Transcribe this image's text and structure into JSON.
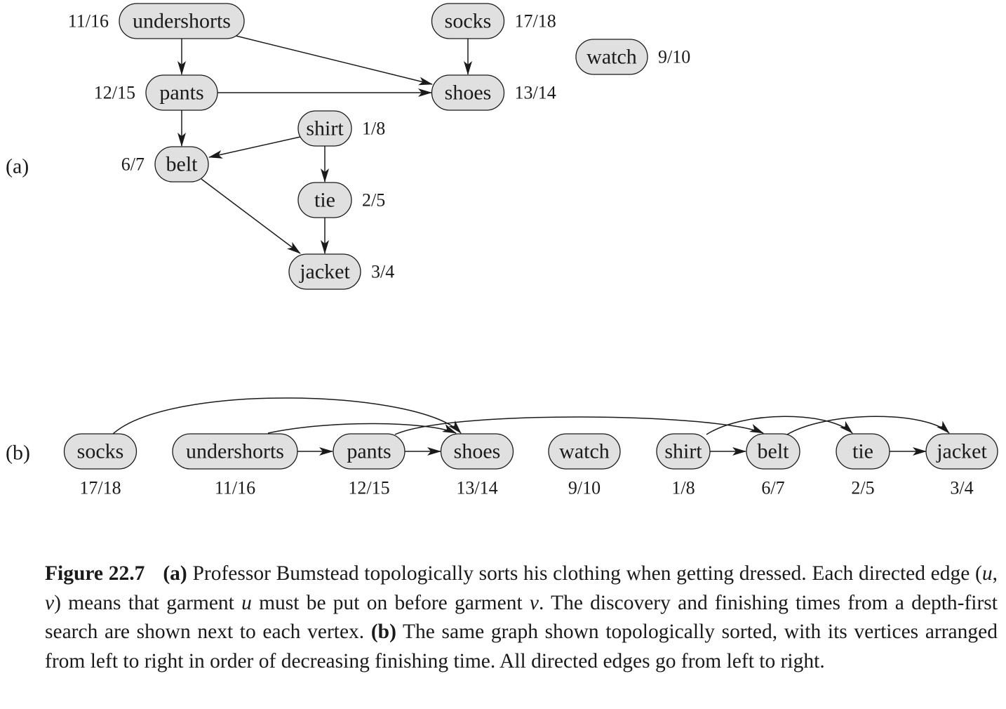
{
  "panel_a": {
    "label": "(a)",
    "nodes": [
      {
        "id": "undershorts",
        "label": "undershorts",
        "times": "11/16"
      },
      {
        "id": "socks",
        "label": "socks",
        "times": "17/18"
      },
      {
        "id": "watch",
        "label": "watch",
        "times": "9/10"
      },
      {
        "id": "pants",
        "label": "pants",
        "times": "12/15"
      },
      {
        "id": "shoes",
        "label": "shoes",
        "times": "13/14"
      },
      {
        "id": "shirt",
        "label": "shirt",
        "times": "1/8"
      },
      {
        "id": "belt",
        "label": "belt",
        "times": "6/7"
      },
      {
        "id": "tie",
        "label": "tie",
        "times": "2/5"
      },
      {
        "id": "jacket",
        "label": "jacket",
        "times": "3/4"
      }
    ],
    "edges": [
      [
        "undershorts",
        "pants"
      ],
      [
        "undershorts",
        "shoes"
      ],
      [
        "socks",
        "shoes"
      ],
      [
        "pants",
        "shoes"
      ],
      [
        "pants",
        "belt"
      ],
      [
        "shirt",
        "belt"
      ],
      [
        "shirt",
        "tie"
      ],
      [
        "tie",
        "jacket"
      ],
      [
        "belt",
        "jacket"
      ]
    ]
  },
  "panel_b": {
    "label": "(b)",
    "order": [
      {
        "id": "socks",
        "label": "socks",
        "times": "17/18"
      },
      {
        "id": "undershorts",
        "label": "undershorts",
        "times": "11/16"
      },
      {
        "id": "pants",
        "label": "pants",
        "times": "12/15"
      },
      {
        "id": "shoes",
        "label": "shoes",
        "times": "13/14"
      },
      {
        "id": "watch",
        "label": "watch",
        "times": "9/10"
      },
      {
        "id": "shirt",
        "label": "shirt",
        "times": "1/8"
      },
      {
        "id": "belt",
        "label": "belt",
        "times": "6/7"
      },
      {
        "id": "tie",
        "label": "tie",
        "times": "2/5"
      },
      {
        "id": "jacket",
        "label": "jacket",
        "times": "3/4"
      }
    ]
  },
  "caption": {
    "figure_number": "Figure 22.7",
    "a_marker": "(a)",
    "text_1": " Professor Bumstead topologically sorts his clothing when getting dressed. Each directed edge (",
    "var_u": "u",
    "comma": ", ",
    "var_v": "v",
    "text_2": ") means that garment ",
    "text_3": " must be put on before garment ",
    "text_4": ". The discovery and finishing times from a depth-first search are shown next to each vertex. ",
    "b_marker": "(b)",
    "text_5": " The same graph shown topologically sorted, with its vertices arranged from left to right in order of decreasing finishing time. All directed edges go from left to right."
  }
}
